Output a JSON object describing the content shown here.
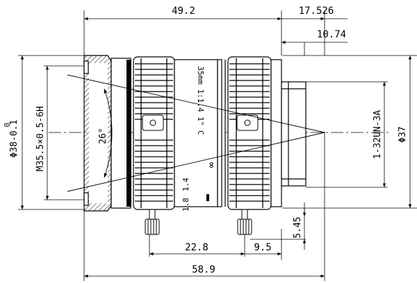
{
  "drawing": {
    "dimensions": {
      "top_overall": "49.2",
      "top_right": "17.526",
      "flange": "10.74",
      "left_diameter": "Φ38-0.1",
      "left_tolerance_top": "0",
      "left_thread": "M35.5×0.5-6H",
      "angle": "26°",
      "right_thread": "1-32UN-3A",
      "right_diameter": "Φ37",
      "screw_height": "5.45",
      "bottom_screw_span": "22.8",
      "bottom_mount": "9.5",
      "bottom_overall": "58.9"
    },
    "lens_markings": {
      "focal_spec": "35mm 1:1.4 1\" C",
      "infinity": "∞",
      "aperture_top": "1.4",
      "aperture_bottom": "1.8"
    }
  }
}
